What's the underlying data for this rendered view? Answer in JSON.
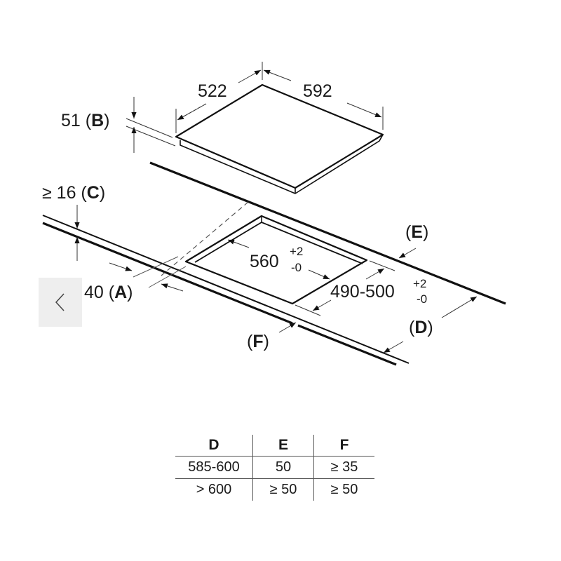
{
  "diagram": {
    "hob": {
      "depth_label": "522",
      "width_label": "592",
      "height_label_value": "51",
      "height_label_letter": "B"
    },
    "countertop": {
      "thickness_label_value": "≥ 16",
      "thickness_label_letter": "C",
      "front_offset_value": "40",
      "front_offset_letter": "A",
      "cutout_width_value": "560",
      "cutout_width_tol_plus": "+2",
      "cutout_width_tol_minus": "-0",
      "cutout_depth_value": "490-500",
      "cutout_depth_tol_plus": "+2",
      "cutout_depth_tol_minus": "-0",
      "rear_clearance_letter": "E",
      "counter_depth_letter": "D",
      "front_clearance_letter": "F"
    }
  },
  "table": {
    "headers": [
      "D",
      "E",
      "F"
    ],
    "rows": [
      [
        "585-600",
        "50",
        "≥ 35"
      ],
      [
        "> 600",
        "≥ 50",
        "≥ 50"
      ]
    ]
  },
  "nav": {
    "prev_icon": "chevron-left-icon"
  }
}
